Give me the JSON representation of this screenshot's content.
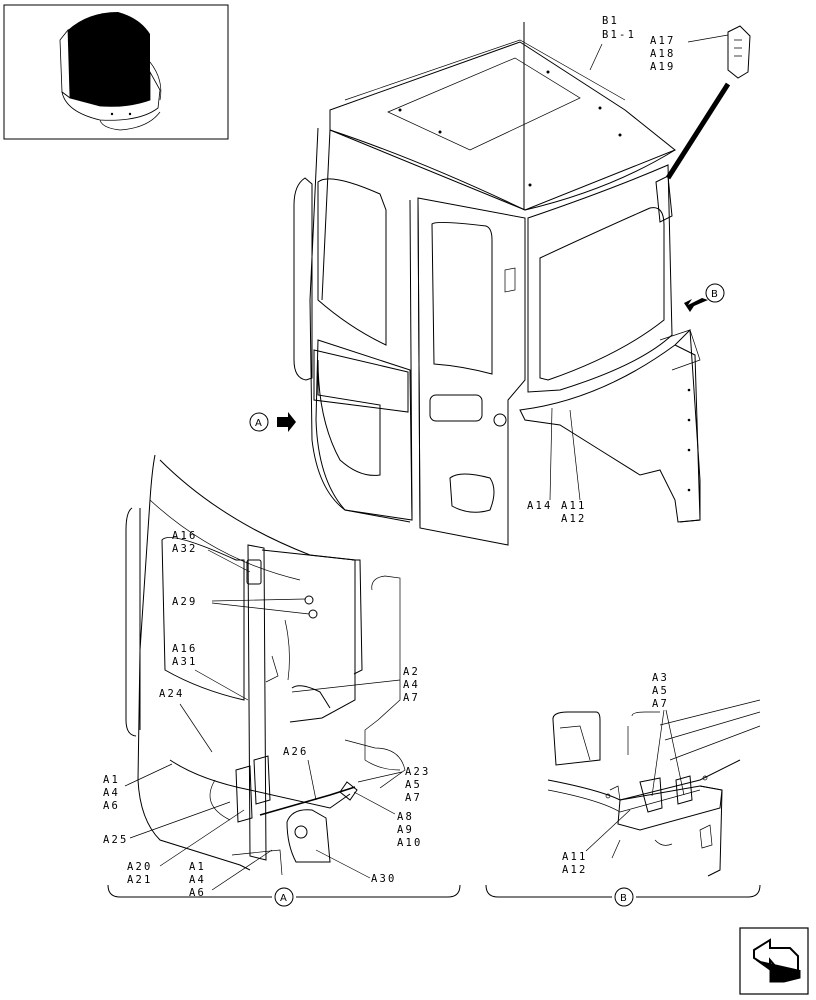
{
  "thumbnail": {
    "name": "cab-thumbnail"
  },
  "callouts": {
    "b1": [
      "B1",
      "B1-1"
    ],
    "a17": [
      "A17",
      "A18",
      "A19"
    ],
    "b_arrow": "B",
    "a_arrow": "A",
    "a14": [
      "A14"
    ],
    "a11": [
      "A11",
      "A12"
    ],
    "a16_a32": [
      "A16",
      "A32"
    ],
    "a29": [
      "A29"
    ],
    "a16_a31": [
      "A16",
      "A31"
    ],
    "a24": [
      "A24"
    ],
    "a2": [
      "A2",
      "A4",
      "A7"
    ],
    "a26": [
      "A26"
    ],
    "a23": [
      "A23",
      "A5",
      "A7"
    ],
    "a1_left": [
      "A1",
      "A4",
      "A6"
    ],
    "a8": [
      "A8",
      "A9",
      "A10"
    ],
    "a25": [
      "A25"
    ],
    "a20": [
      "A20",
      "A21"
    ],
    "a1_bottom": [
      "A1",
      "A4",
      "A6"
    ],
    "a30": [
      "A30"
    ],
    "a3": [
      "A3",
      "A5",
      "A7"
    ],
    "a11_b": [
      "A11",
      "A12"
    ]
  },
  "detail_views": {
    "a_label": "A",
    "b_label": "B"
  },
  "nav_icon": "navigation-arrow-icon"
}
